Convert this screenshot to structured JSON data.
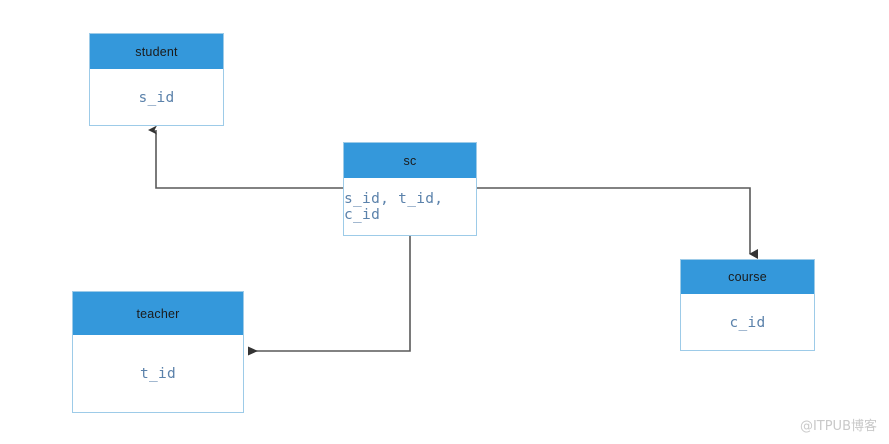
{
  "diagram": {
    "title": "database-schema-relationship-diagram",
    "background_color": "#ffffff",
    "entity_header_color": "#3498db",
    "entity_border_color": "#9dcbe8",
    "entity_body_text_color": "#5b82ab",
    "connector_color": "#595959",
    "entities": [
      {
        "id": "student",
        "name": "student",
        "columns": "s_id"
      },
      {
        "id": "sc",
        "name": "sc",
        "columns": "s_id, t_id, c_id"
      },
      {
        "id": "teacher",
        "name": "teacher",
        "columns": "t_id"
      },
      {
        "id": "course",
        "name": "course",
        "columns": "c_id"
      }
    ],
    "relationships": [
      {
        "id": "sc-to-student",
        "from": "sc",
        "to": "student",
        "arrow": "up"
      },
      {
        "id": "sc-to-course",
        "from": "sc",
        "to": "course",
        "arrow": "down"
      },
      {
        "id": "sc-to-teacher",
        "from": "sc",
        "to": "teacher",
        "arrow": "left"
      }
    ]
  },
  "watermark": {
    "text": "@ITPUB博客"
  }
}
